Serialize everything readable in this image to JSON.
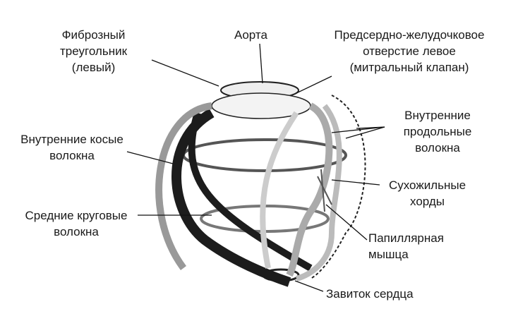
{
  "labels": {
    "fibrous": [
      "Фиброзный",
      "треугольник",
      "(левый)"
    ],
    "aorta": "Аорта",
    "mitral": [
      "Предсердно-желудочковое",
      "отверстие левое",
      "(митральный клапан)"
    ],
    "inner_long": [
      "Внутренние",
      "продольные",
      "волокна"
    ],
    "inner_oblique": [
      "Внутренние косые",
      "волокна"
    ],
    "chordae": [
      "Сухожильные",
      "хорды"
    ],
    "middle_circ": [
      "Средние круговые",
      "волокна"
    ],
    "papillary": [
      "Папиллярная",
      "мышца"
    ],
    "vortex": "Завиток сердца"
  }
}
